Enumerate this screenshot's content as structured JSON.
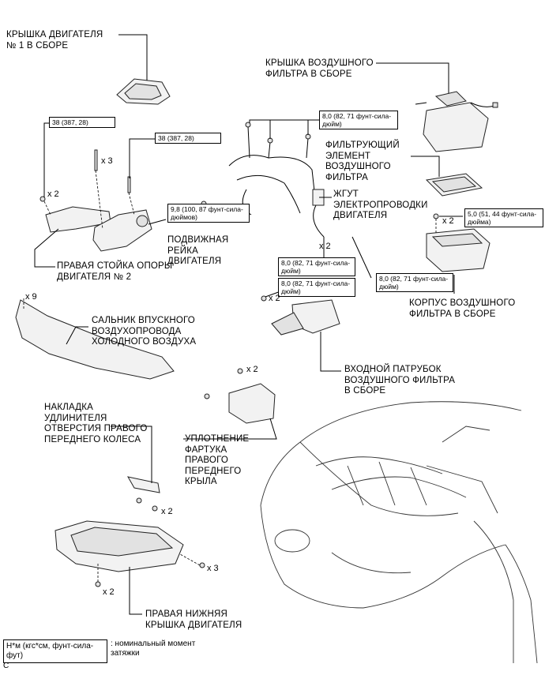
{
  "labels": {
    "engine_cover": "КРЫШКА ДВИГАТЕЛЯ\n№ 1 В СБОРЕ",
    "air_cleaner_cap": "КРЫШКА ВОЗДУШНОГО\nФИЛЬТРА В СБОРЕ",
    "filter_element": "ФИЛЬТРУЮЩИЙ\nЭЛЕМЕНТ\nВОЗДУШНОГО\nФИЛЬТРА",
    "wire_harness": "ЖГУТ\nЭЛЕКТРОПРОВОДКИ\nДВИГАТЕЛЯ",
    "moving_control_rod": "ПОДВИЖНАЯ\nРЕЙКА\nДВИГАТЕЛЯ",
    "right_mount_stay": "ПРАВАЯ СТОЙКА ОПОРЫ\nДВИГАТЕЛЯ № 2",
    "air_cleaner_case": "КОРПУС ВОЗДУШНОГО\nФИЛЬТРА В СБОРЕ",
    "cool_air_intake_seal": "САЛЬНИК ВПУСКНОГО\nВОЗДУХОПРОВОДА\nХОЛОДНОГО ВОЗДУХА",
    "inlet_assembly": "ВХОДНОЙ ПАТРУБОК\nВОЗДУШНОГО ФИЛЬТРА\nВ СБОРЕ",
    "wheel_opening_extension": "НАКЛАДКА\nУДЛИНИТЕЛЯ\nОТВЕРСТИЯ ПРАВОГО\nПЕРЕДНЕГО КОЛЕСА",
    "fender_apron_seal": "УПЛОТНЕНИЕ\nФАРТУКА\nПРАВОГО\nПЕРЕДНЕГО\nКРЫЛА",
    "engine_under_cover": "ПРАВАЯ НИЖНЯЯ\nКРЫШКА ДВИГАТЕЛЯ"
  },
  "torques": {
    "t1": "38 (387, 28)",
    "t2": "38 (387, 28)",
    "t3": "8,0 (82, 71 фунт-сила-дюйм)",
    "t4": "9,8 (100, 87 фунт-сила-дюймов)",
    "t5": "5,0 (51, 44 фунт-сила-дюйма)",
    "t6": "8,0 (82, 71 фунт-сила-дюйм)",
    "t7": "8,0 (82, 71 фунт-сила-дюйм)",
    "t8": "8,0 (82, 71 фунт-сила-дюйм)"
  },
  "quantities": {
    "q1": "x 2",
    "q2": "x 3",
    "q3": "x 2",
    "q4": "x 2",
    "q5": "x 2",
    "q6": "x 9",
    "q7": "x 2",
    "q8": "x 2",
    "q9": "x 3",
    "q10": "x 2"
  },
  "legend": {
    "box": "Н*м (кгс*см, фунт-сила-фут)",
    "text": ": номинальный момент затяжки"
  },
  "figure_code": "C"
}
